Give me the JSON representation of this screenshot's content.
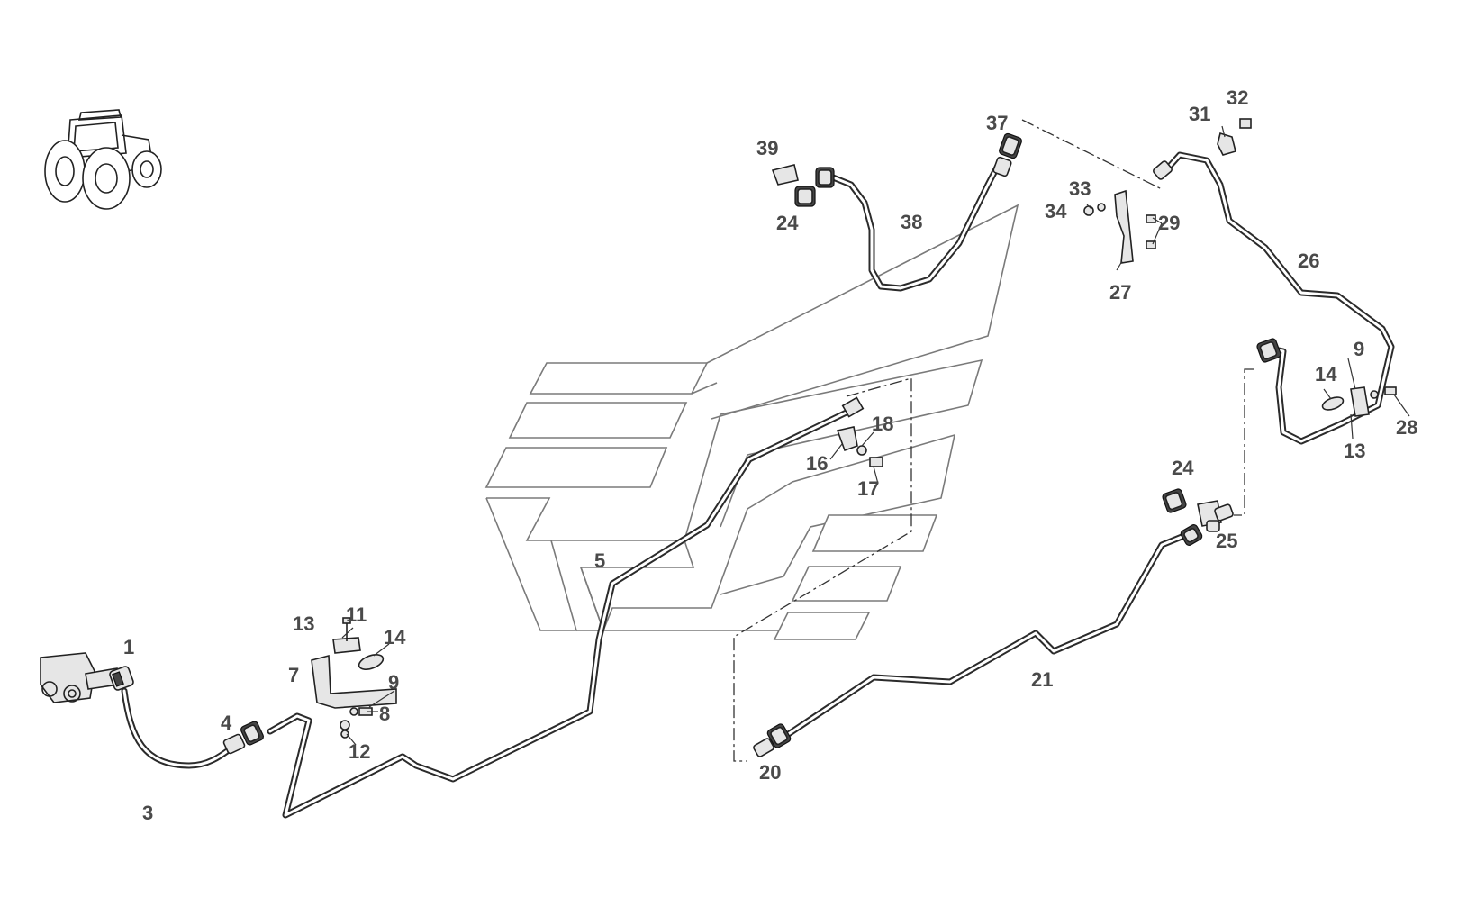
{
  "callouts": {
    "c1": "1",
    "c3": "3",
    "c4": "4",
    "c5": "5",
    "c7": "7",
    "c8": "8",
    "c9a": "9",
    "c9b": "9",
    "c11": "11",
    "c12": "12",
    "c13a": "13",
    "c13b": "13",
    "c14a": "14",
    "c14b": "14",
    "c16": "16",
    "c17": "17",
    "c18": "18",
    "c20": "20",
    "c21": "21",
    "c24a": "24",
    "c24b": "24",
    "c25": "25",
    "c26": "26",
    "c27": "27",
    "c28": "28",
    "c29": "29",
    "c31": "31",
    "c32": "32",
    "c33": "33",
    "c34": "34",
    "c37": "37",
    "c38": "38",
    "c39": "39"
  },
  "icons": {
    "tractor": "tractor-icon",
    "valve": "valve-block-icon"
  },
  "colors": {
    "line": "#2b2b2b",
    "frame": "#7a7a7a",
    "label": "#4a4a4a"
  }
}
